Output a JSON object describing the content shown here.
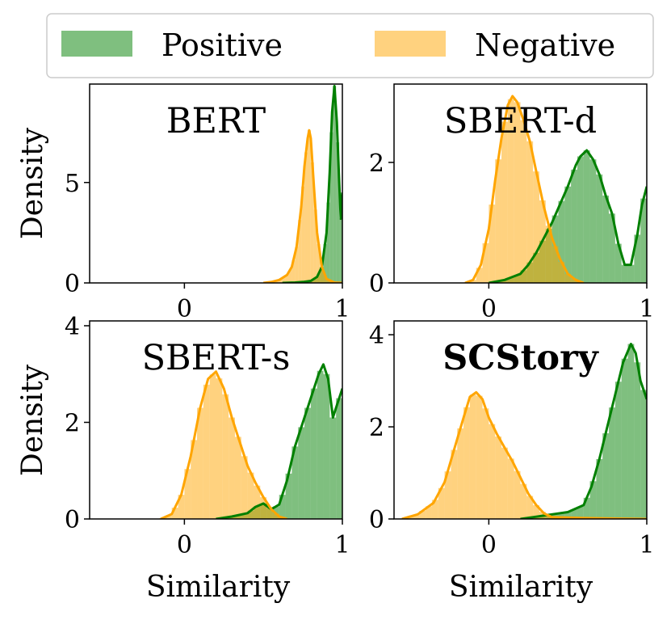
{
  "legend": {
    "items": [
      {
        "label": "Positive",
        "color": "#008000"
      },
      {
        "label": "Negative",
        "color": "#FFA500"
      }
    ],
    "placement": "top-center"
  },
  "shared_axes": {
    "ylabel": "Density",
    "xlabel": "Similarity",
    "xlim": [
      -0.6,
      1.0
    ],
    "xticks": [
      "0",
      "1"
    ]
  },
  "chart_data": [
    {
      "type": "area",
      "title": "BERT",
      "title_bold": false,
      "xlim": [
        -0.6,
        1.0
      ],
      "ylim": [
        0,
        9.9
      ],
      "yticks": [
        "0",
        "5"
      ],
      "xticks": [
        "0",
        "1"
      ],
      "hist_bin_width": 0.02,
      "series": [
        {
          "name": "Positive",
          "color": "#008000",
          "x": [
            0.62,
            0.7,
            0.75,
            0.8,
            0.84,
            0.87,
            0.9,
            0.92,
            0.935,
            0.95,
            0.965,
            0.98,
            0.99,
            1.0
          ],
          "y": [
            0.0,
            0.02,
            0.05,
            0.1,
            0.3,
            0.8,
            2.5,
            5.5,
            8.5,
            9.8,
            8.0,
            5.0,
            3.2,
            4.5
          ]
        },
        {
          "name": "Negative",
          "color": "#FFA500",
          "x": [
            0.5,
            0.55,
            0.6,
            0.65,
            0.68,
            0.71,
            0.74,
            0.76,
            0.78,
            0.79,
            0.8,
            0.82,
            0.84,
            0.87,
            0.9,
            0.95,
            1.0
          ],
          "y": [
            0.0,
            0.05,
            0.15,
            0.4,
            0.8,
            1.8,
            3.8,
            5.8,
            7.2,
            7.6,
            7.2,
            4.8,
            2.5,
            0.8,
            0.2,
            0.02,
            0.0
          ]
        }
      ]
    },
    {
      "type": "area",
      "title": "SBERT-d",
      "title_bold": false,
      "xlim": [
        -0.6,
        1.0
      ],
      "ylim": [
        0,
        3.3
      ],
      "yticks": [
        "0",
        "2"
      ],
      "xticks": [
        "0",
        "1"
      ],
      "hist_bin_width": 0.04,
      "series": [
        {
          "name": "Positive",
          "color": "#008000",
          "x": [
            0.0,
            0.1,
            0.2,
            0.25,
            0.3,
            0.35,
            0.4,
            0.45,
            0.5,
            0.55,
            0.58,
            0.62,
            0.66,
            0.7,
            0.74,
            0.78,
            0.82,
            0.86,
            0.9,
            0.94,
            0.97,
            1.0
          ],
          "y": [
            0.0,
            0.05,
            0.15,
            0.3,
            0.5,
            0.75,
            1.0,
            1.3,
            1.6,
            1.95,
            2.1,
            2.2,
            2.05,
            1.8,
            1.45,
            1.15,
            0.65,
            0.3,
            0.3,
            0.8,
            1.3,
            1.6
          ]
        },
        {
          "name": "Negative",
          "color": "#FFA500",
          "x": [
            -0.15,
            -0.1,
            -0.05,
            0.0,
            0.04,
            0.08,
            0.12,
            0.15,
            0.18,
            0.22,
            0.26,
            0.3,
            0.35,
            0.4,
            0.45,
            0.5,
            0.55,
            0.6
          ],
          "y": [
            0.0,
            0.05,
            0.3,
            0.9,
            1.7,
            2.4,
            2.95,
            3.1,
            3.0,
            2.7,
            2.35,
            1.85,
            1.25,
            0.75,
            0.4,
            0.15,
            0.05,
            0.0
          ]
        }
      ]
    },
    {
      "type": "area",
      "title": "SBERT-s",
      "title_bold": false,
      "xlim": [
        -0.6,
        1.0
      ],
      "ylim": [
        0,
        4.1
      ],
      "yticks": [
        "0",
        "2",
        "4"
      ],
      "xticks": [
        "0",
        "1"
      ],
      "hist_bin_width": 0.04,
      "series": [
        {
          "name": "Positive",
          "color": "#008000",
          "x": [
            0.2,
            0.3,
            0.4,
            0.45,
            0.5,
            0.55,
            0.6,
            0.65,
            0.7,
            0.75,
            0.8,
            0.85,
            0.88,
            0.91,
            0.94,
            0.97,
            1.0
          ],
          "y": [
            0.0,
            0.05,
            0.12,
            0.25,
            0.32,
            0.2,
            0.3,
            0.8,
            1.5,
            2.0,
            2.5,
            3.0,
            3.2,
            2.9,
            2.1,
            2.4,
            2.7
          ]
        },
        {
          "name": "Negative",
          "color": "#FFA500",
          "x": [
            -0.15,
            -0.08,
            -0.02,
            0.04,
            0.1,
            0.15,
            0.2,
            0.25,
            0.3,
            0.35,
            0.4,
            0.45,
            0.5,
            0.55,
            0.6,
            0.65
          ],
          "y": [
            0.0,
            0.1,
            0.5,
            1.3,
            2.3,
            2.9,
            3.05,
            2.7,
            2.1,
            1.6,
            1.1,
            0.75,
            0.45,
            0.2,
            0.05,
            0.0
          ]
        }
      ]
    },
    {
      "type": "area",
      "title": "SCStory",
      "title_bold": true,
      "xlim": [
        -0.6,
        1.0
      ],
      "ylim": [
        0,
        4.3
      ],
      "yticks": [
        "0",
        "2",
        "4"
      ],
      "xticks": [
        "0",
        "1"
      ],
      "hist_bin_width": 0.04,
      "series": [
        {
          "name": "Positive",
          "color": "#008000",
          "x": [
            0.2,
            0.3,
            0.4,
            0.5,
            0.6,
            0.65,
            0.7,
            0.75,
            0.8,
            0.85,
            0.9,
            0.93,
            0.96,
            1.0
          ],
          "y": [
            0.0,
            0.05,
            0.1,
            0.15,
            0.3,
            0.7,
            1.3,
            2.0,
            2.7,
            3.4,
            3.8,
            3.6,
            3.0,
            2.6
          ]
        },
        {
          "name": "Negative",
          "color": "#FFA500",
          "x": [
            -0.55,
            -0.45,
            -0.35,
            -0.28,
            -0.22,
            -0.16,
            -0.12,
            -0.08,
            -0.04,
            0.0,
            0.05,
            0.1,
            0.15,
            0.2,
            0.25,
            0.3,
            0.35,
            0.4,
            0.6,
            1.0
          ],
          "y": [
            0.0,
            0.1,
            0.35,
            0.8,
            1.5,
            2.2,
            2.65,
            2.75,
            2.6,
            2.2,
            1.85,
            1.55,
            1.25,
            0.9,
            0.55,
            0.3,
            0.12,
            0.04,
            0.02,
            0.0
          ]
        }
      ]
    }
  ]
}
